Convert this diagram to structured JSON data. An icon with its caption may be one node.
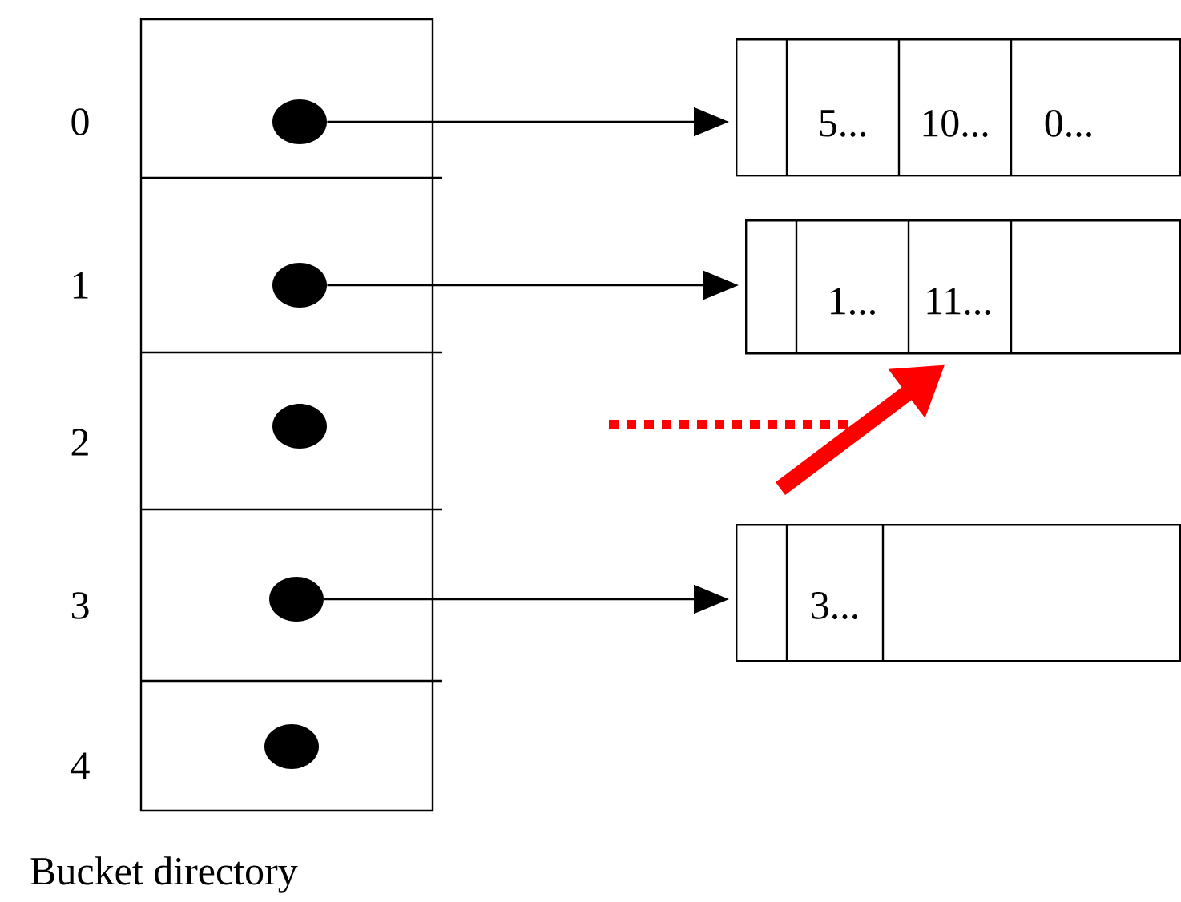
{
  "diagram": {
    "nodes": [
      {
        "text": [],
        "shape": "circle"
      },
      {
        "text": [],
        "shape": "circle"
      },
      {
        "text": [],
        "shape": "circle"
      },
      {
        "text": [],
        "shape": "circle"
      },
      {
        "text": [],
        "shape": "circle"
      },
      {
        "text": [],
        "shape": "box"
      },
      {
        "text": [
          "5..."
        ],
        "in": 5
      },
      {
        "text": [
          "10..."
        ],
        "in": 5
      },
      {
        "text": [
          "0..."
        ],
        "in": 5
      },
      {
        "text": [],
        "shape": "box"
      },
      {
        "text": [
          "1..."
        ],
        "in": 9
      },
      {
        "text": [
          "11..."
        ],
        "in": 9
      },
      {
        "text": [],
        "shape": "box"
      },
      {
        "text": [
          "3..."
        ],
        "in": 12
      }
    ],
    "edges": [
      {
        "from": 0,
        "to": 5,
        "arrow": "to"
      },
      {
        "from": 1,
        "to": 9,
        "arrow": "to"
      },
      {
        "from": 3,
        "to": 12,
        "arrow": "to"
      },
      {
        "from": null,
        "to": 9,
        "arrow": "to",
        "style": "thick",
        "color": "#ff0000"
      }
    ],
    "labels": [
      "0",
      "1",
      "2",
      "3",
      "4",
      "Bucket directory"
    ]
  }
}
